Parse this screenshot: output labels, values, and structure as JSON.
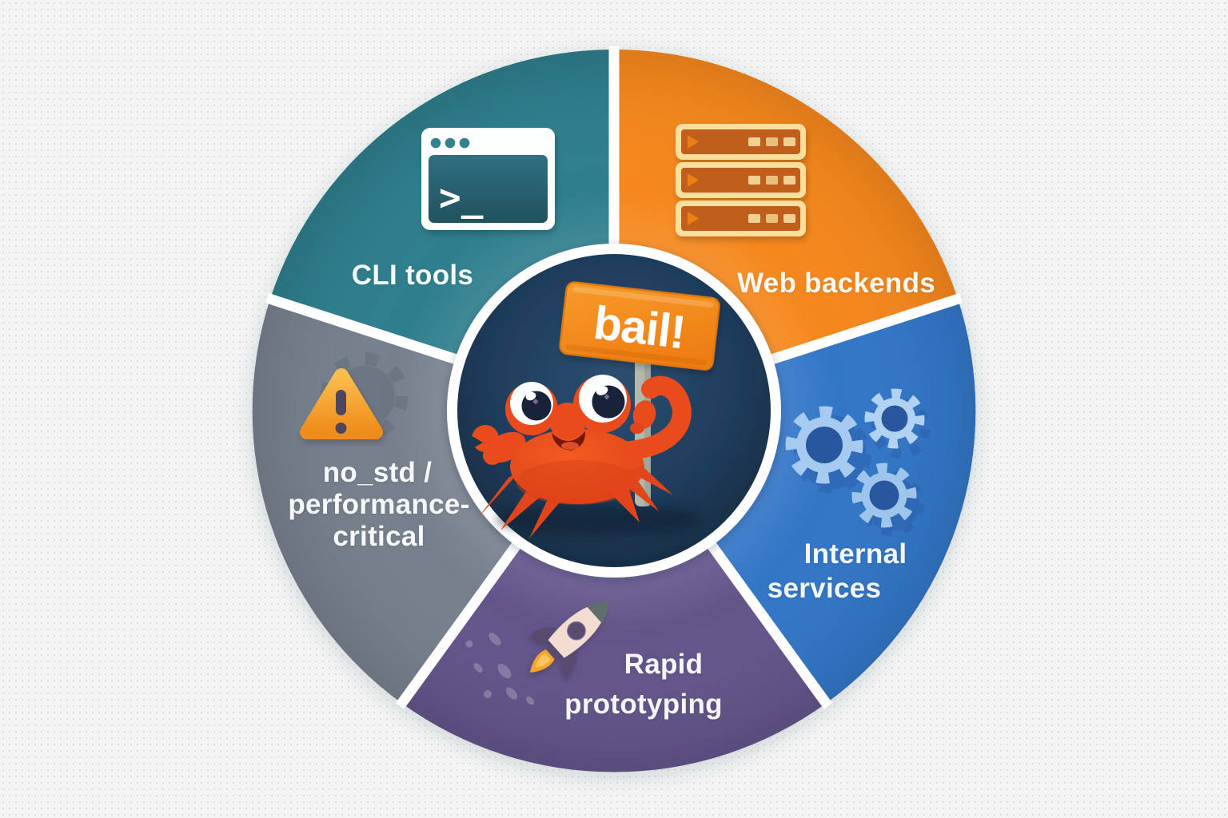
{
  "diagram": {
    "type": "segmented-wheel",
    "center": {
      "mascot": "crab-mascot",
      "sign_text": "bail!"
    },
    "segments": [
      {
        "name": "cli-tools",
        "label": "CLI tools",
        "lines": [
          "CLI tools"
        ],
        "color_hex": "#2f7e8d",
        "icon": "terminal-icon"
      },
      {
        "name": "web-backends",
        "label": "Web backends",
        "lines": [
          "Web backends"
        ],
        "color_hex": "#f5871d",
        "icon": "server-stack-icon"
      },
      {
        "name": "internal-services",
        "label": "Internal services",
        "lines": [
          "Internal",
          "services"
        ],
        "color_hex": "#3176c6",
        "icon": "gears-icon"
      },
      {
        "name": "rapid-prototyping",
        "label": "Rapid prototyping",
        "lines": [
          "Rapid",
          "prototyping"
        ],
        "color_hex": "#64548a",
        "icon": "rocket-icon"
      },
      {
        "name": "no-std-performance-critical",
        "label": "no_std / performance-critical",
        "lines": [
          "no_std /",
          "performance-",
          "critical"
        ],
        "color_hex": "#76808d",
        "icon": "warning-triangle-icon"
      }
    ],
    "icons": {
      "terminal_prompt": ">_"
    },
    "colors": {
      "background": "#f3f4f3",
      "divider": "#ffffff",
      "center_circle": "#1d3a58",
      "crab": "#ea4b1d",
      "sign": "#f58a1e",
      "warning": "#f5a12c",
      "gear_light": "#a7cbf0",
      "gear_dark": "#28579f"
    }
  }
}
